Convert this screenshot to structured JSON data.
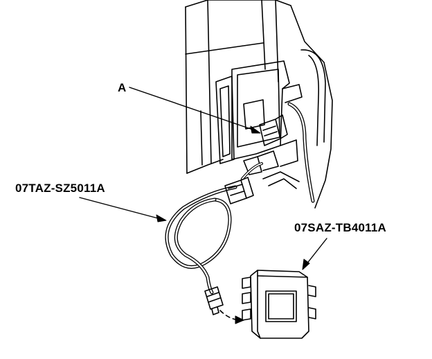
{
  "labels": {
    "a": "A",
    "cable_part": "07TAZ-SZ5011A",
    "box_part": "07SAZ-TB4011A"
  },
  "icons": [
    "vehicle-pillar",
    "connector-a",
    "test-harness-cable",
    "plug-connector",
    "control-box"
  ],
  "colors": {
    "line": "#000000",
    "background": "#ffffff"
  }
}
